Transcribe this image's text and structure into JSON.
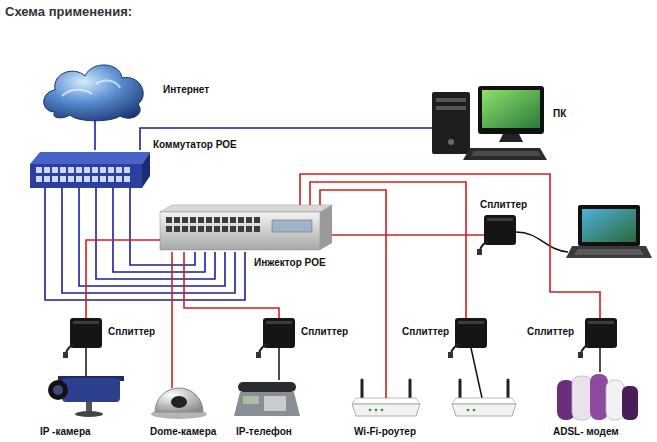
{
  "diagram": {
    "title": "Схема применения:",
    "nodes": [
      {
        "text": [
          "Интернет"
        ]
      },
      {
        "text": [
          "ПК"
        ]
      },
      {
        "text": [
          "Коммутатор POE"
        ]
      },
      {
        "text": [
          "Сплиттер"
        ]
      },
      {
        "text": [
          "Инжектор POE"
        ]
      },
      {
        "text": [
          "Сплиттер"
        ]
      },
      {
        "text": [
          "Сплиттер"
        ]
      },
      {
        "text": [
          "Сплиттер"
        ]
      },
      {
        "text": [
          "Сплиттер"
        ]
      },
      {
        "text": [
          "IP -камера"
        ]
      },
      {
        "text": [
          "Dome-камера"
        ]
      },
      {
        "text": [
          "IP-телефон"
        ]
      },
      {
        "text": [
          "Wi-Fi-роутер"
        ]
      },
      {
        "text": [
          "ADSL- модем"
        ]
      }
    ],
    "edges": [
      {
        "from": 0,
        "to": 2,
        "arrow": "none"
      },
      {
        "from": 2,
        "to": 1,
        "arrow": "none"
      },
      {
        "from": 2,
        "to": 4,
        "arrow": "none"
      },
      {
        "from": 2,
        "to": 4,
        "arrow": "none"
      },
      {
        "from": 2,
        "to": 4,
        "arrow": "none"
      },
      {
        "from": 2,
        "to": 4,
        "arrow": "none"
      },
      {
        "from": 2,
        "to": 4,
        "arrow": "none"
      },
      {
        "from": 2,
        "to": 4,
        "arrow": "none"
      },
      {
        "from": 4,
        "to": 3,
        "arrow": "none"
      },
      {
        "from": 4,
        "to": 5,
        "arrow": "none"
      },
      {
        "from": 4,
        "to": 10,
        "arrow": "none"
      },
      {
        "from": 4,
        "to": 6,
        "arrow": "none"
      },
      {
        "from": 4,
        "to": 12,
        "arrow": "none"
      },
      {
        "from": 4,
        "to": 7,
        "arrow": "none"
      },
      {
        "from": 4,
        "to": 8,
        "arrow": "none"
      },
      {
        "from": 5,
        "to": 9,
        "arrow": "none"
      },
      {
        "from": 6,
        "to": 11,
        "arrow": "none"
      },
      {
        "from": 8,
        "to": 13,
        "arrow": "none"
      }
    ]
  }
}
